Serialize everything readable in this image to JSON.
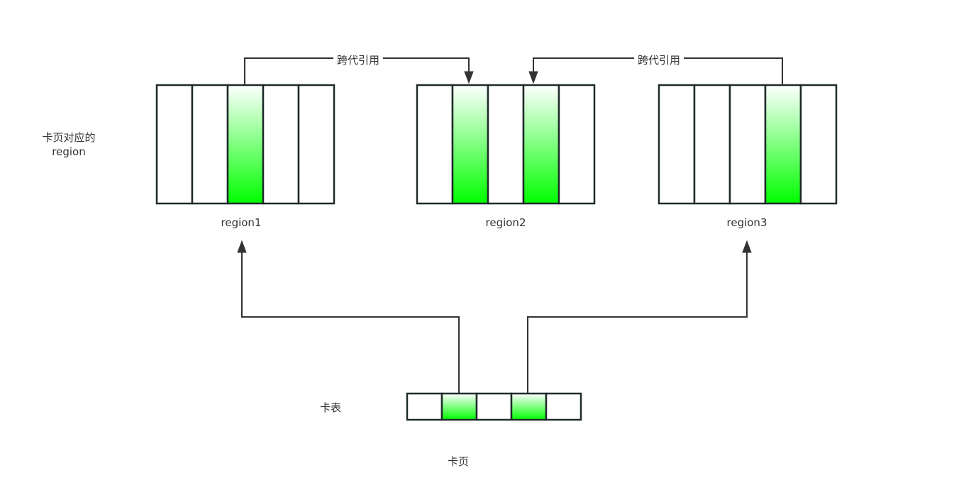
{
  "colors": {
    "highlight_top": "#ffffff",
    "highlight_bottom": "#00ff00",
    "cell_fill": "#ffffff",
    "stroke": "#1f2a2a",
    "text": "#333333"
  },
  "left_label": {
    "line1": "卡页对应的",
    "line2": "region"
  },
  "regions": [
    {
      "name": "region1",
      "cells": [
        false,
        false,
        true,
        false,
        false
      ]
    },
    {
      "name": "region2",
      "cells": [
        false,
        true,
        false,
        true,
        false
      ]
    },
    {
      "name": "region3",
      "cells": [
        false,
        false,
        false,
        true,
        false
      ]
    }
  ],
  "cross_refs": [
    {
      "label": "跨代引用",
      "from": "region1 cell 3",
      "to": "region2 cell 2"
    },
    {
      "label": "跨代引用",
      "from": "region3 cell 4",
      "to": "region2 cell 4"
    }
  ],
  "card_table": {
    "label": "卡表",
    "cells": [
      false,
      true,
      false,
      true,
      false
    ],
    "caption": "卡页"
  }
}
